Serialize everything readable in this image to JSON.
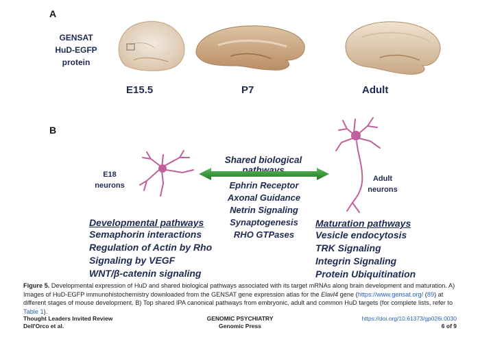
{
  "panel_a": {
    "letter": "A",
    "gensat_label": [
      "GENSAT",
      "HuD-EGFP",
      "protein"
    ],
    "stages": [
      "E15.5",
      "P7",
      "Adult"
    ]
  },
  "panel_b": {
    "letter": "B",
    "shared_title": "Shared biological pathways",
    "shared_items": [
      "Ephrin Receptor",
      "Axonal Guidance",
      "Netrin Signaling",
      "Synaptogenesis",
      "RHO GTPases"
    ],
    "e18_label": [
      "E18",
      "neurons"
    ],
    "adult_label": [
      "Adult",
      "neurons"
    ],
    "developmental": {
      "title": "Developmental pathways",
      "items": [
        "Semaphorin interactions",
        "Regulation of Actin by Rho",
        "Signaling by VEGF",
        "WNT/β-catenin signaling"
      ]
    },
    "maturation": {
      "title": "Maturation pathways",
      "items": [
        "Vesicle endocytosis",
        "TRK Signaling",
        "Integrin Signaling",
        "Protein Ubiquitination"
      ]
    }
  },
  "caption": {
    "label": "Figure 5.",
    "text1": " Developmental expression of HuD and shared biological pathways associated with its target mRNAs along brain development and maturation. A) Images of HuD-EGFP immunohistochemistry downloaded from the GENSAT gene expression atlas for the ",
    "gene": "Elavl4",
    "text2": " gene (",
    "url": "https://www.gensat.org/",
    "text3": " (",
    "ref": "89",
    "text4": ") at different stages of mouse development. B) Top shared IPA canonical pathways from embryonic, adult and common HuD targets (for complete lists, refer to ",
    "table_link": "Table 1",
    "text5": ")."
  },
  "footer": {
    "left1": "Thought Leaders Invited Review",
    "left2": "Dell'Orco et al.",
    "center1": "GENOMIC PSYCHIATRY",
    "center2": "Genomic Press",
    "doi": "https://doi.org/10.61373/gp026i.0030",
    "page": "6 of 9"
  },
  "colors": {
    "navy": "#1d2a52",
    "neuron": "#c0609a",
    "arrow": "#2e8b2e",
    "link": "#2460b8"
  }
}
